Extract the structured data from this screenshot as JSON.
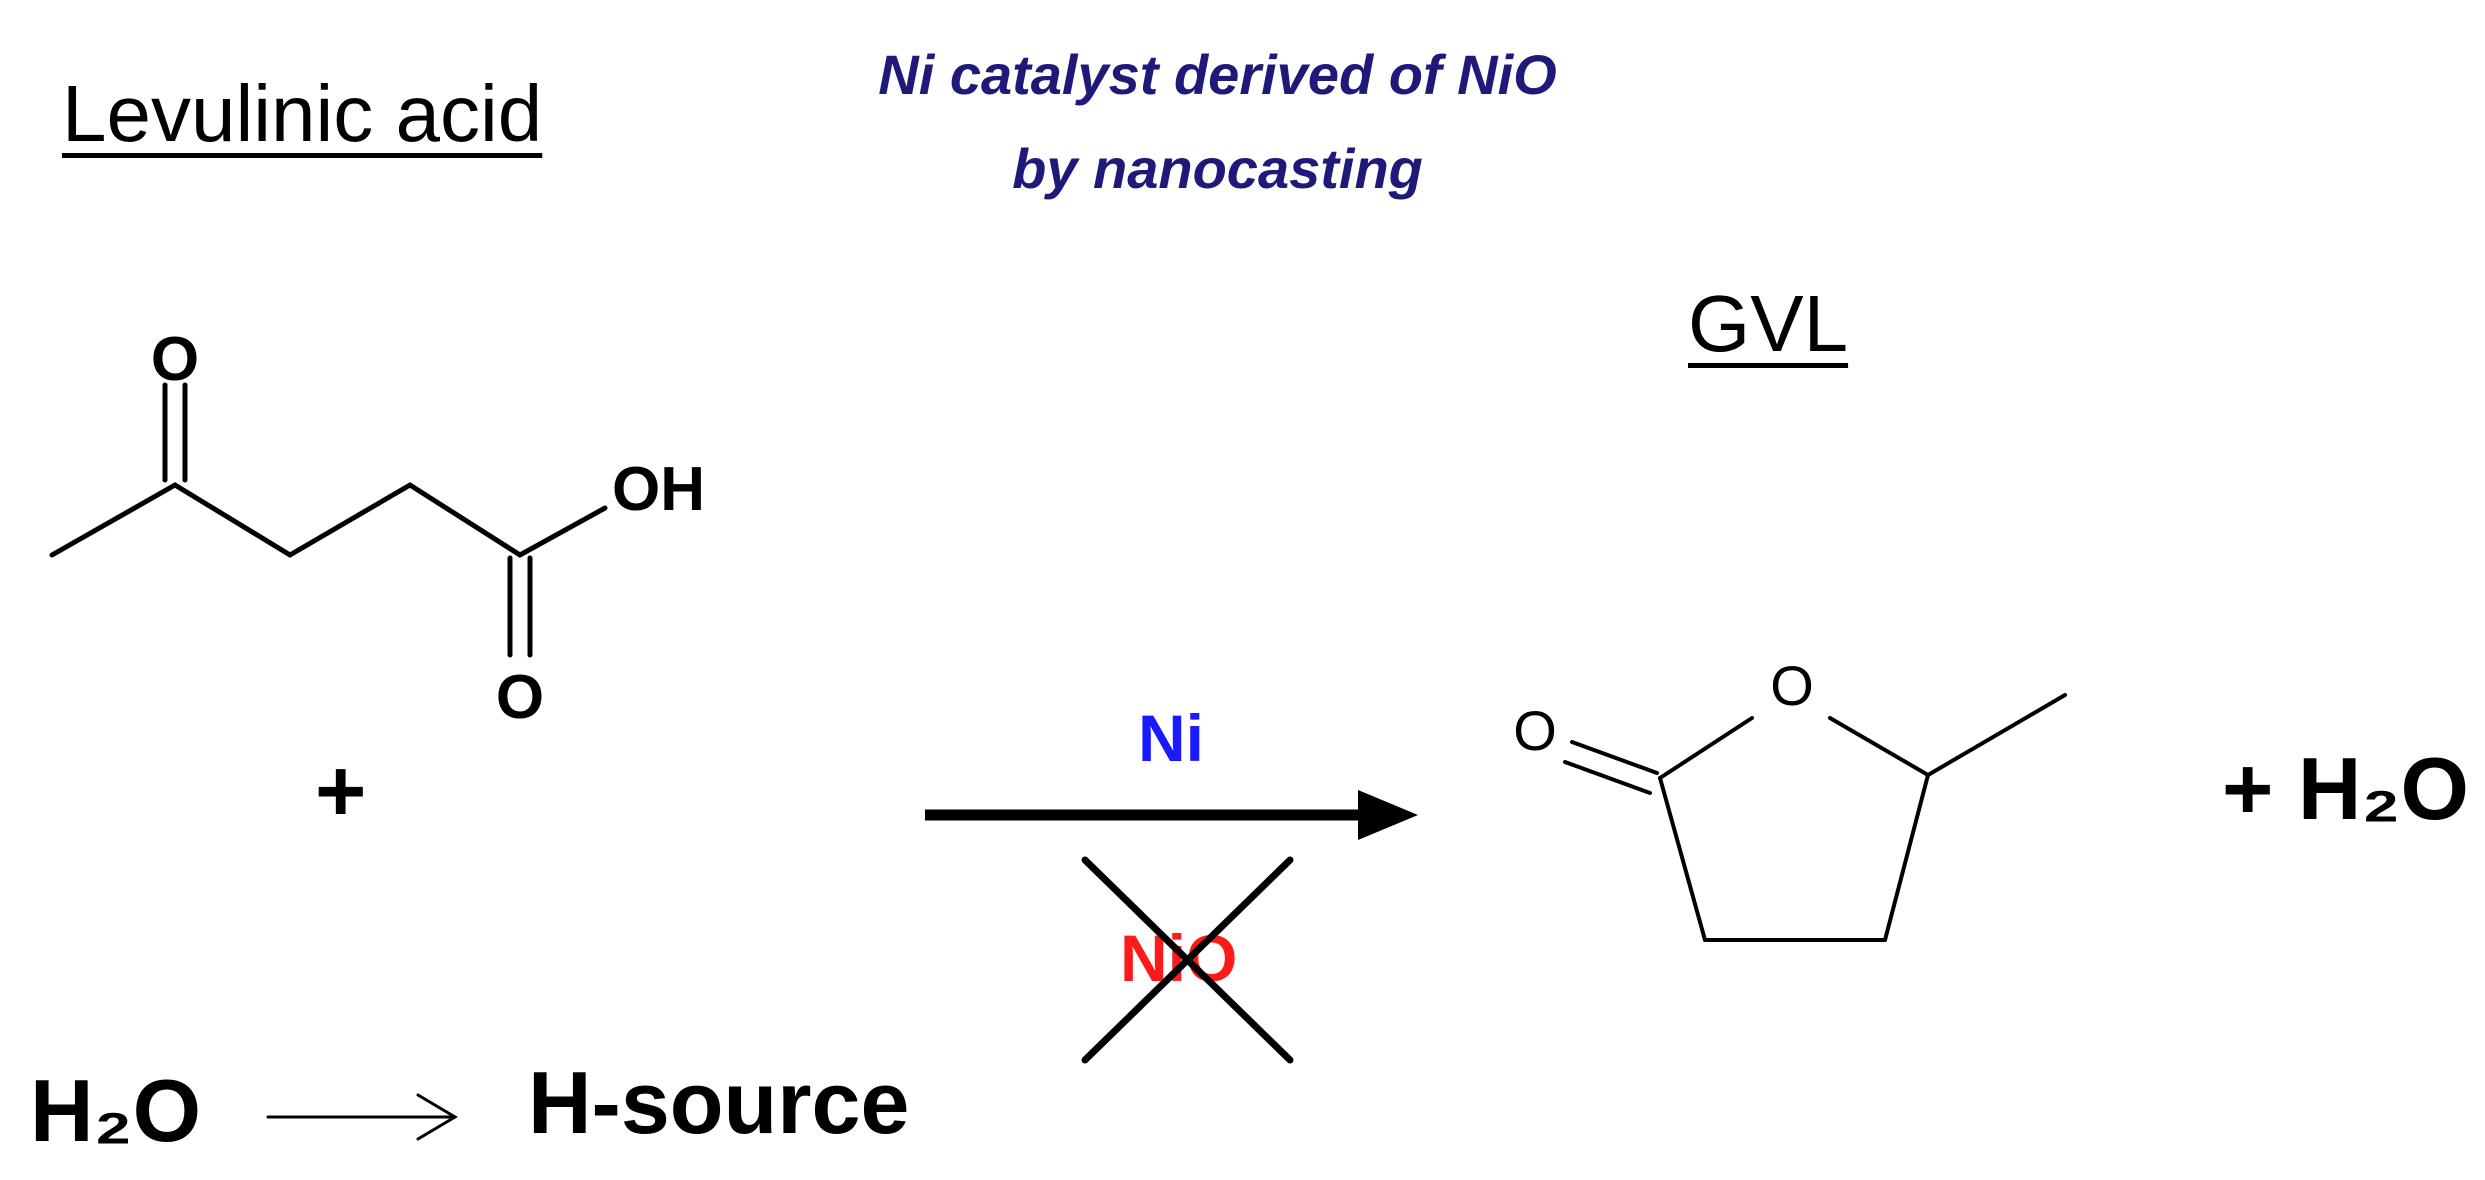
{
  "reactant": {
    "name": "Levulinic acid",
    "atoms": {
      "ketone_o": "O",
      "acid_oh": "OH",
      "acid_o": "O"
    }
  },
  "subtitle": {
    "line1": "Ni catalyst derived of NiO",
    "line2": "by nanocasting"
  },
  "product": {
    "name": "GVL",
    "atoms": {
      "ring_o": "O",
      "carbonyl_o": "O"
    }
  },
  "plus_sign": "+",
  "byproduct": "+ H₂O",
  "catalyst_active": "Ni",
  "catalyst_inactive": "NiO",
  "h_source_line": {
    "from": "H₂O",
    "to": "H-source"
  },
  "colors": {
    "subtitle": "#1f1a7a",
    "active_catalyst": "#1a1aff",
    "inactive_catalyst": "#ff1a1a"
  }
}
